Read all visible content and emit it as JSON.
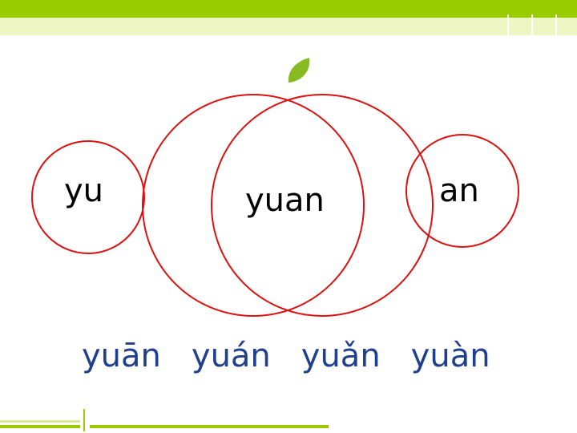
{
  "colors": {
    "accent_green": "#99cc00",
    "circle_red": "#dd1111",
    "leaf_green": "#88bb22",
    "tone_text": "#1f3f8f"
  },
  "diagram": {
    "initial": "yu",
    "compound": "yuan",
    "final": "an"
  },
  "tones": [
    "yuān",
    "yuán",
    "yuǎn",
    "yuàn"
  ],
  "icons": [
    "leaf-icon"
  ]
}
